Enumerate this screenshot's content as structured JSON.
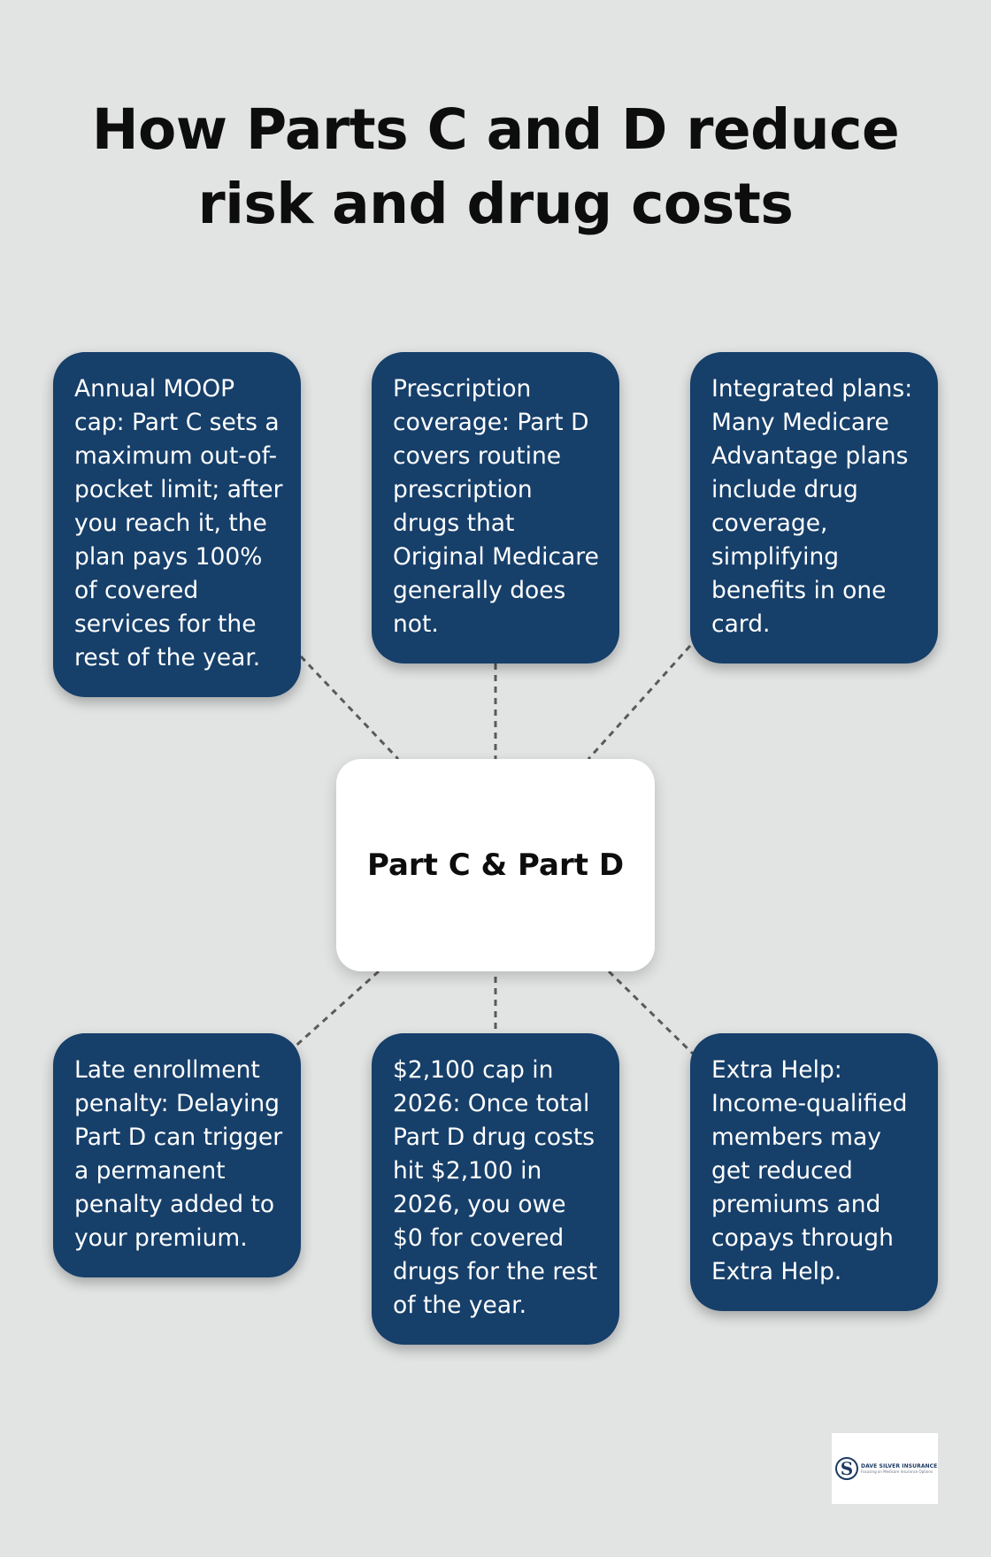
{
  "title": "How Parts C and D reduce risk and drug costs",
  "center": {
    "label": "Part C & Part D"
  },
  "cards": [
    {
      "text": "Annual MOOP cap: Part C sets a maximum out-of-pocket limit; after you reach it, the plan pays 100% of covered services for the rest of the year."
    },
    {
      "text": "Prescription coverage: Part D covers routine prescription drugs that Original Medicare generally does not."
    },
    {
      "text": "Integrated plans: Many Medicare Advantage plans include drug coverage, simplifying benefits in one card."
    },
    {
      "text": "Late enrollment penalty: Delaying Part D can trigger a permanent penalty added to your premium."
    },
    {
      "text": "$2,100 cap in 2026: Once total Part D drug costs hit $2,100 in 2026, you owe $0 for covered drugs for the rest of the year."
    },
    {
      "text": "Extra Help: Income-qualified members may get reduced premiums and copays through Extra Help."
    }
  ],
  "logo": {
    "name": "DAVE SILVER INSURANCE",
    "tagline": "Focusing on Medicare Insurance Options"
  },
  "colors": {
    "background": "#e2e4e4",
    "card": "#163f6a",
    "card_text": "#ffffff",
    "center_box": "#ffffff",
    "connector": "#555555"
  }
}
